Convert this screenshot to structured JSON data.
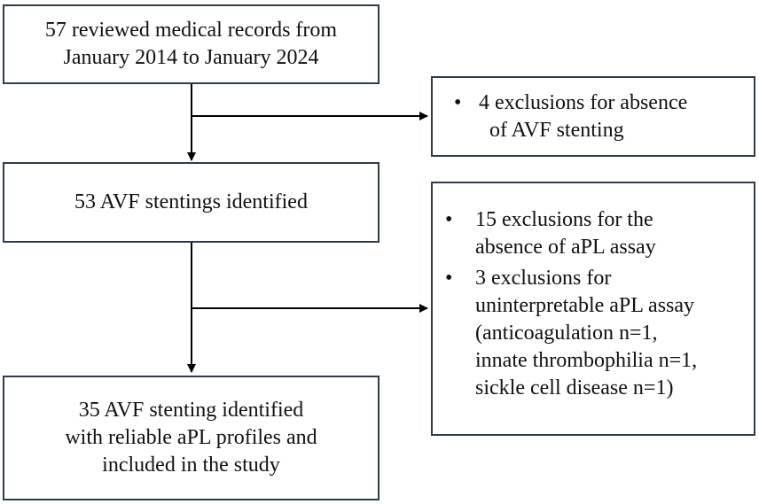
{
  "flow": {
    "box1": {
      "lines": [
        "57 reviewed medical records from",
        "January 2014 to January 2024"
      ]
    },
    "exclusion1": {
      "bullet": "•",
      "lines": [
        "4 exclusions for absence",
        "of AVF stenting"
      ]
    },
    "box2": {
      "lines": [
        "53 AVF stentings identified"
      ]
    },
    "exclusion2": {
      "bullet": "•",
      "items": [
        {
          "lines": [
            "15 exclusions for the",
            "absence of aPL assay"
          ]
        },
        {
          "lines": [
            "3 exclusions for",
            "uninterpretable aPL assay",
            "(anticoagulation n=1,",
            "innate thrombophilia n=1,",
            "sickle cell disease n=1)"
          ]
        }
      ]
    },
    "box3": {
      "lines": [
        "35 AVF stenting identified",
        "with reliable aPL profiles and",
        "included in the study"
      ]
    }
  },
  "colors": {
    "border": "#2e3b4e",
    "arrow": "#000000"
  }
}
